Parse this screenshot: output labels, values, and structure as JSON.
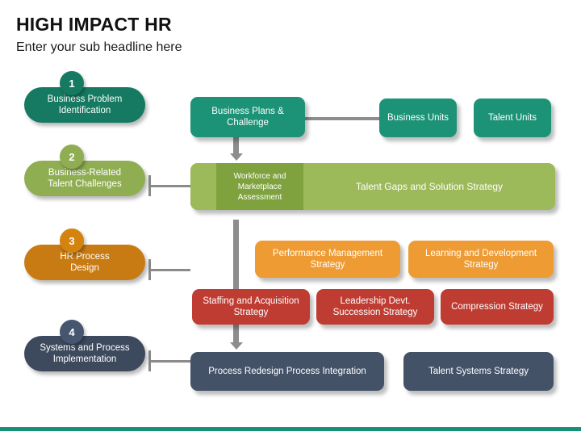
{
  "header": {
    "title": "HIGH IMPACT HR",
    "subtitle": "Enter your sub headline here"
  },
  "colors": {
    "teal": "#157A61",
    "teal_box": "#1C9276",
    "green_light": "#9CBA5A",
    "green_dark": "#7FA23E",
    "orange": "#C87B12",
    "orange_box": "#EE9B33",
    "red": "#BF3C32",
    "navy": "#445268",
    "connector": "#8d8d8d",
    "accent_bar": "#189077"
  },
  "steps": [
    {
      "number": "1",
      "label_line1": "Business Problem",
      "label_line2": "Identification",
      "color": "#157A61",
      "badge_color": "#157A61",
      "has_connector": false
    },
    {
      "number": "2",
      "label_line1": "Business-Related",
      "label_line2": "Talent Challenges",
      "color": "#8FAE52",
      "badge_color": "#8FAE52",
      "has_connector": true
    },
    {
      "number": "3",
      "label_line1": "HR Process",
      "label_line2": "Design",
      "color": "#C87B12",
      "badge_color": "#D4830F",
      "has_connector": true
    },
    {
      "number": "4",
      "label_line1": "Systems and Process",
      "label_line2": "Implementation",
      "color": "#3D4A5E",
      "badge_color": "#45566E",
      "has_connector": true
    }
  ],
  "diagram": {
    "row_teal": [
      {
        "line1": "Business Plans",
        "line2": "& Challenge"
      },
      {
        "line1": "Business",
        "line2": "Units"
      },
      {
        "line1": "Talent",
        "line2": "Units"
      }
    ],
    "row_green": {
      "segment_dark": {
        "line1": "Workforce and",
        "line2": "Marketplace",
        "line3": "Assessment"
      },
      "segment_light": {
        "line1": "Talent Gaps and",
        "line2": "Solution Strategy"
      }
    },
    "row_orange": [
      {
        "line1": "Performance Management",
        "line2": "Strategy"
      },
      {
        "line1": "Learning and Development",
        "line2": "Strategy"
      }
    ],
    "row_red": [
      {
        "line1": "Staffing and",
        "line2": "Acquisition Strategy"
      },
      {
        "line1": "Leadership Devt.",
        "line2": "Succession Strategy"
      },
      {
        "line1": "Compression",
        "line2": "Strategy"
      }
    ],
    "row_navy": [
      {
        "line1": "Process Redesign",
        "line2": "Process Integration"
      },
      {
        "line1": "Talent Systems",
        "line2": "Strategy"
      }
    ]
  }
}
